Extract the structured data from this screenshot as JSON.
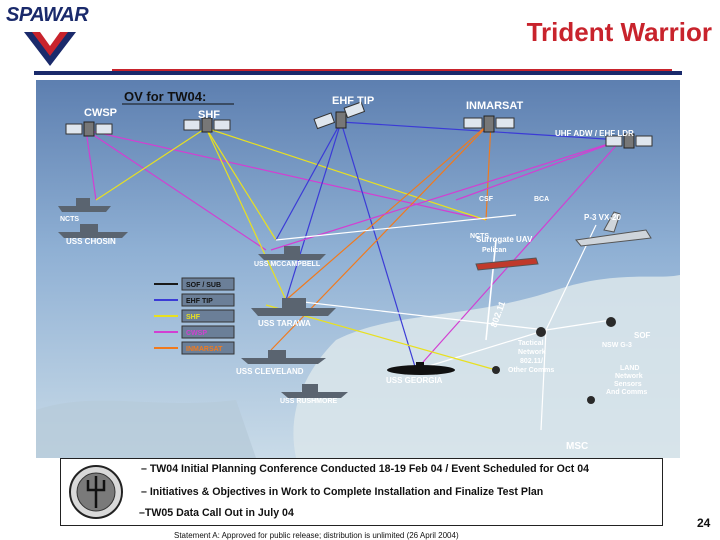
{
  "header": {
    "brand": "SPAWAR",
    "title": "Trident Warrior"
  },
  "ov": {
    "caption": "OV for TW04:",
    "satellites": {
      "cwsp": "CWSP",
      "shf": "SHF",
      "ehf_tip": "EHF TIP",
      "inmarsat": "INMARSAT"
    },
    "nodes": {
      "uhf_adw": "UHF ADW / EHF LDR",
      "csf": "CSF",
      "bca": "BCA",
      "p3": "P-3 VX-20",
      "ncts_top": "NCTS",
      "ncts_mid": "NCTS",
      "uav": "Surrogate UAV",
      "uav_sub": "Pelican",
      "uss_chosin": "USS CHOSIN",
      "uss_mccampbell": "USS MCCAMPBELL",
      "uss_tarawa": "USS TARAWA",
      "uss_cleveland": "USS CLEVELAND",
      "uss_georgia": "USS GEORGIA",
      "uss_rushmore": "USS RUSHMORE",
      "link_80211": "802.11",
      "tactical_network": [
        "Tactical",
        "Network",
        "802.11/",
        "Other Comms"
      ],
      "sof": "SOF",
      "nsw": "NSW G-3",
      "land_network": [
        "LAND",
        "Network",
        "Sensors",
        "And Comms"
      ],
      "msc": "MSC"
    },
    "legend": [
      {
        "label": "SOF / SUB",
        "color": "#1a1a1a"
      },
      {
        "label": "EHF TIP",
        "color": "#3b3bd6"
      },
      {
        "label": "SHF",
        "color": "#e8e020"
      },
      {
        "label": "CWSP",
        "color": "#d23fd2"
      },
      {
        "label": "INMARSAT",
        "color": "#f07a1e"
      }
    ]
  },
  "bullets": [
    "– TW04 Initial Planning Conference Conducted 18-19 Feb 04 / Event Scheduled for Oct 04",
    "– Initiatives & Objectives in Work to Complete Installation and Finalize Test Plan",
    "–TW05 Data Call Out in July 04"
  ],
  "footer": {
    "statement": "Statement A: Approved for public release; distribution is unlimited (26 April 2004)",
    "page": "24"
  }
}
